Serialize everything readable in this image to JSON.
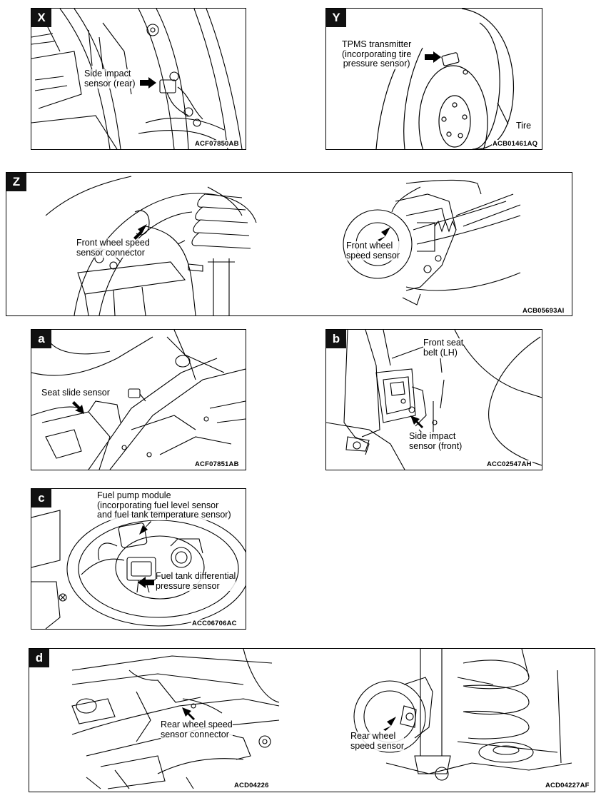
{
  "panels": {
    "x": {
      "tag": "X",
      "labels": {
        "side_impact_rear": "Side impact\nsensor (rear)"
      },
      "code": "ACF07850AB"
    },
    "y": {
      "tag": "Y",
      "labels": {
        "tpms": "TPMS transmitter\n(incorporating tire\npressure sensor)",
        "tire": "Tire"
      },
      "code": "ACB01461AQ"
    },
    "z": {
      "tag": "Z",
      "labels": {
        "fw_connector": "Front wheel speed\nsensor connector",
        "fw_sensor": "Front wheel\nspeed sensor"
      },
      "code": "ACB05693AI"
    },
    "a": {
      "tag": "a",
      "labels": {
        "seat_slide": "Seat slide sensor"
      },
      "code": "ACF07851AB"
    },
    "b": {
      "tag": "b",
      "labels": {
        "seat_belt": "Front seat\nbelt (LH)",
        "side_impact_front": "Side impact\nsensor (front)"
      },
      "code": "ACC02547AH"
    },
    "c": {
      "tag": "c",
      "labels": {
        "fuel_pump": "Fuel pump module\n(incorporating fuel level sensor\nand fuel tank temperature sensor)",
        "fuel_diff": "Fuel tank differential\npressure sensor"
      },
      "code": "ACC06706AC"
    },
    "d": {
      "tag": "d",
      "labels": {
        "rw_connector": "Rear wheel speed\nsensor connector",
        "rw_sensor": "Rear wheel\nspeed sensor"
      },
      "codes": {
        "left": "ACD04226",
        "right": "ACD04227AF"
      }
    }
  }
}
